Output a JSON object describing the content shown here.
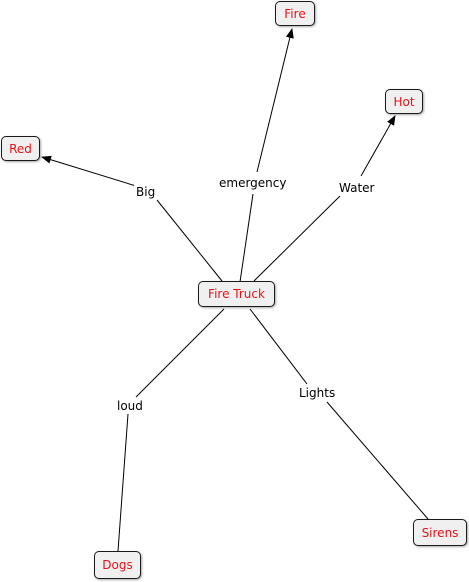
{
  "colors": {
    "node_text": "#e3141b",
    "node_fill": "#f0f0f0",
    "node_border": "#1a1a1a",
    "line": "#000000"
  },
  "nodes": {
    "fire": "Fire",
    "hot": "Hot",
    "red": "Red",
    "fire_truck": "Fire Truck",
    "dogs": "Dogs",
    "sirens": "Sirens"
  },
  "links": {
    "emergency": "emergency",
    "water": "Water",
    "big": "Big",
    "loud": "loud",
    "lights": "Lights"
  },
  "connections": [
    {
      "from": "fire_truck",
      "to": "fire",
      "label": "emergency",
      "directed": true
    },
    {
      "from": "fire_truck",
      "to": "hot",
      "label": "water",
      "directed": true
    },
    {
      "from": "fire_truck",
      "to": "red",
      "label": "big",
      "directed": true
    },
    {
      "from": "fire_truck",
      "to": "dogs",
      "label": "loud",
      "directed": false
    },
    {
      "from": "fire_truck",
      "to": "sirens",
      "label": "lights",
      "directed": false
    }
  ]
}
